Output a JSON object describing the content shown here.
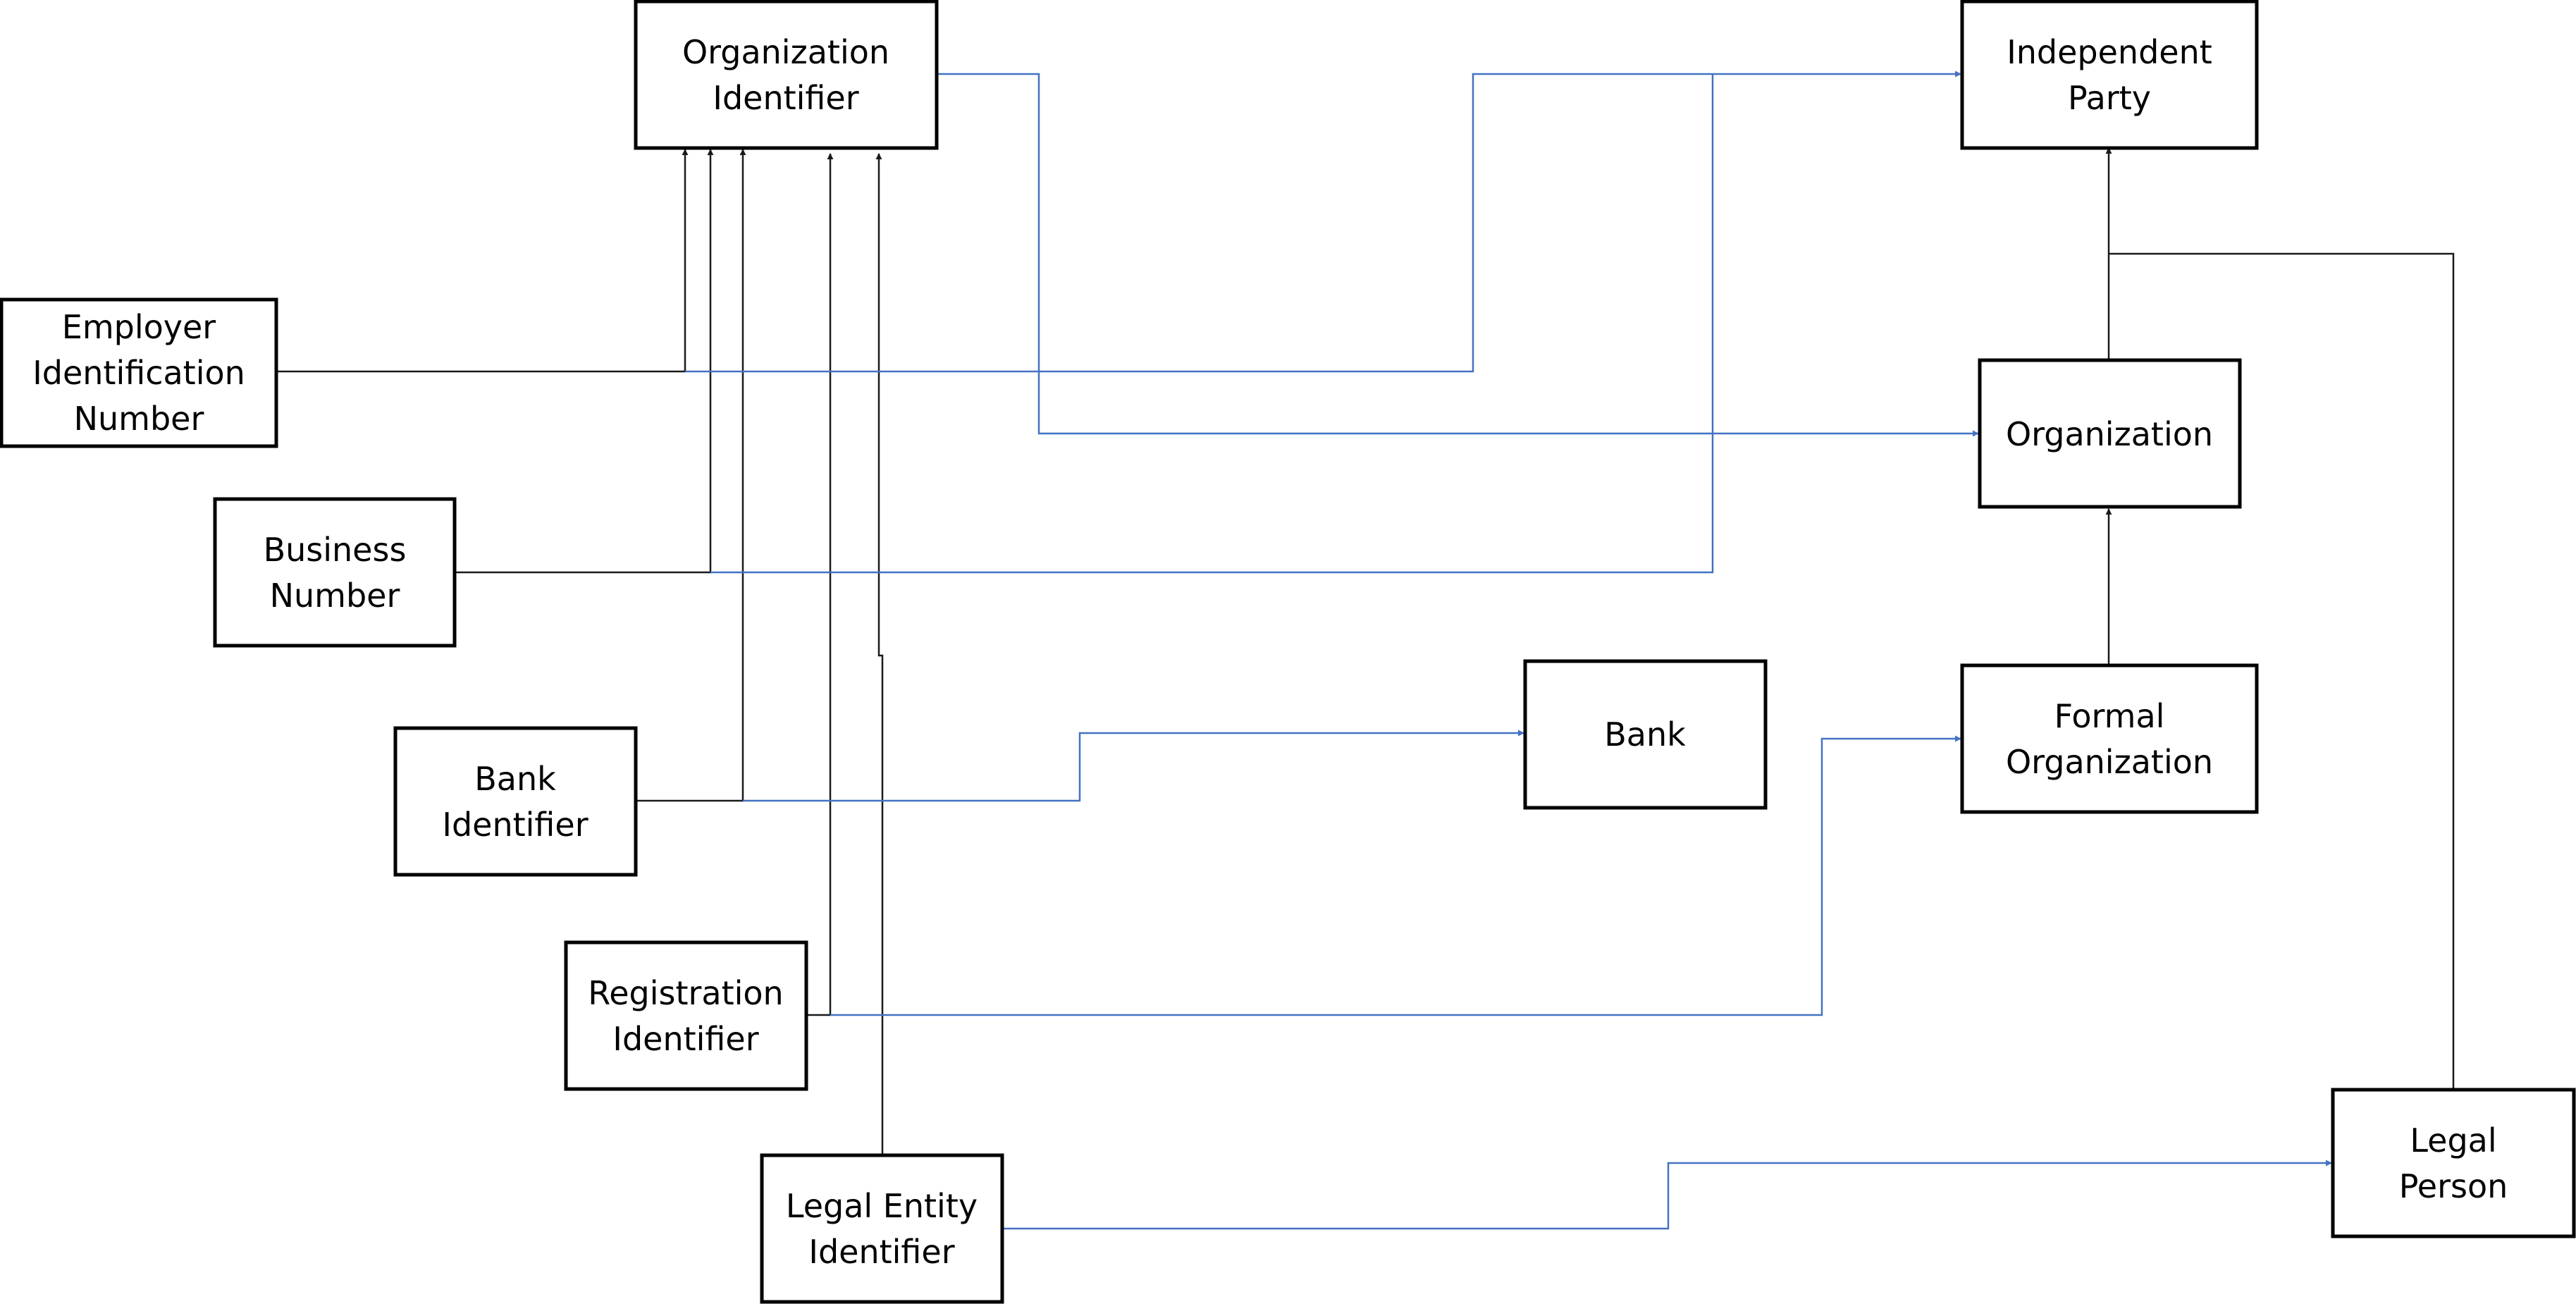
{
  "colors": {
    "node_border": "#000000",
    "node_fill": "#ffffff",
    "text": "#000000",
    "edge_black": "#1a1a1a",
    "edge_blue": "#4472c4"
  },
  "nodes": {
    "organization_identifier": {
      "line1": "Organization",
      "line2": "Identifier"
    },
    "independent_party": {
      "line1": "Independent",
      "line2": "Party"
    },
    "employer_identification_number": {
      "line1": "Employer",
      "line2": "Identification",
      "line3": "Number"
    },
    "organization": {
      "line1": "Organization"
    },
    "business_number": {
      "line1": "Business",
      "line2": "Number"
    },
    "bank": {
      "line1": "Bank"
    },
    "bank_identifier": {
      "line1": "Bank",
      "line2": "Identifier"
    },
    "formal_organization": {
      "line1": "Formal",
      "line2": "Organization"
    },
    "registration_identifier": {
      "line1": "Registration",
      "line2": "Identifier"
    },
    "legal_entity_identifier": {
      "line1": "Legal Entity",
      "line2": "Identifier"
    },
    "legal_person": {
      "line1": "Legal",
      "line2": "Person"
    }
  }
}
